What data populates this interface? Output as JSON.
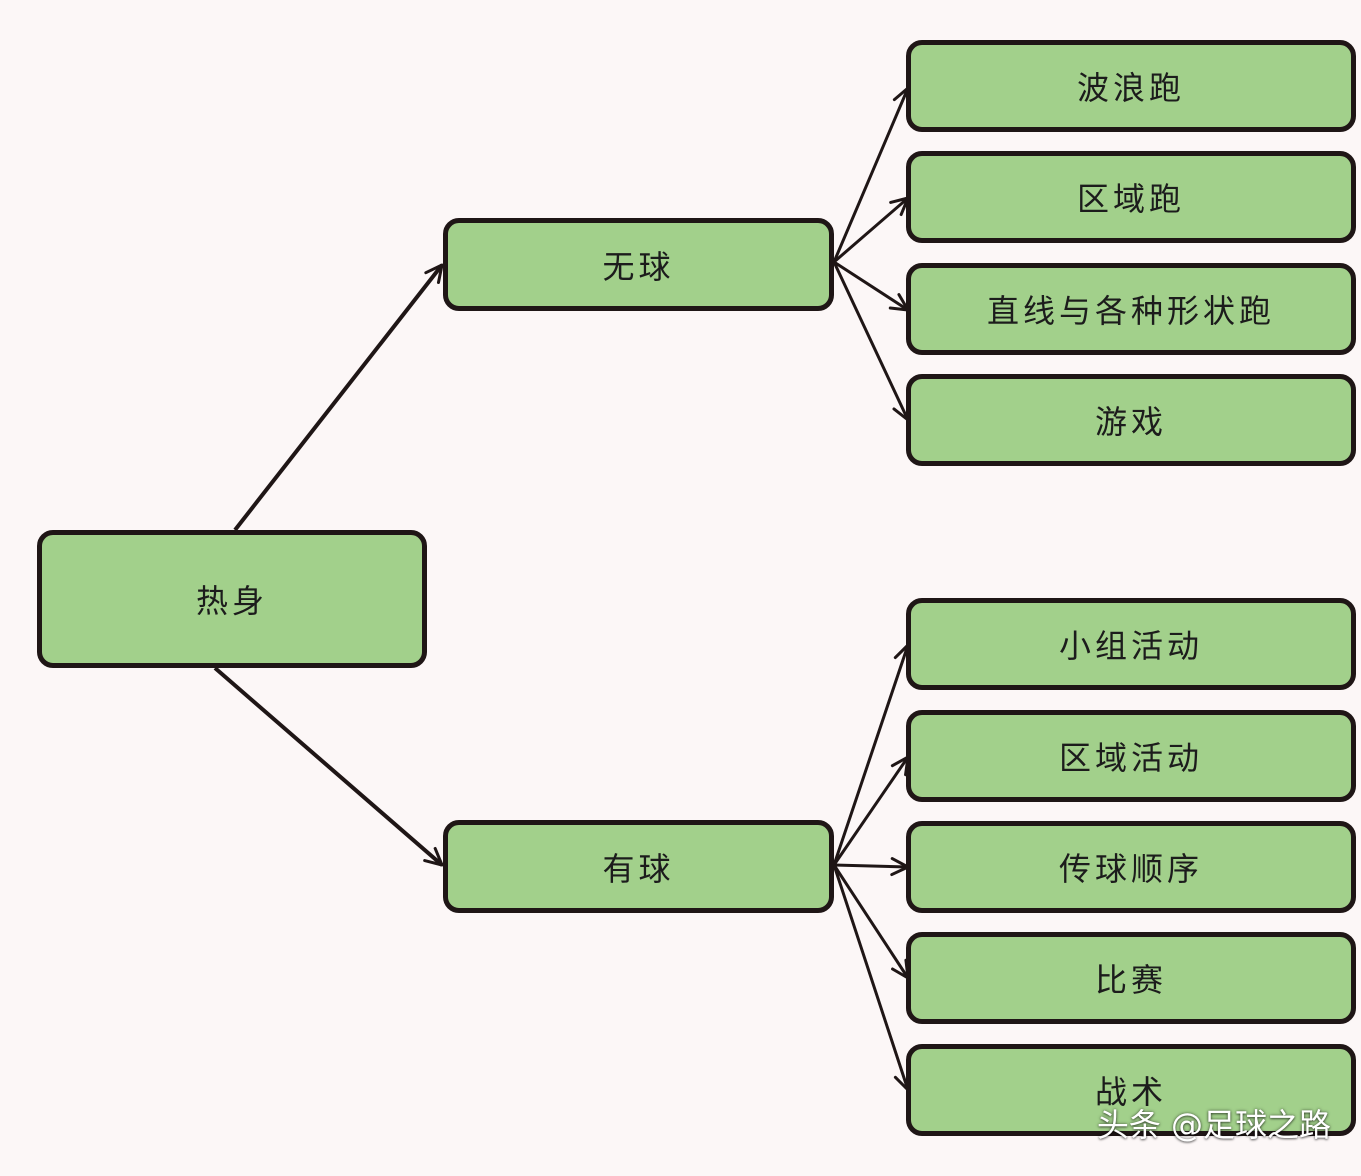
{
  "diagram": {
    "root": {
      "label": "热身"
    },
    "branches": [
      {
        "label": "无球",
        "children": [
          {
            "label": "波浪跑"
          },
          {
            "label": "区域跑"
          },
          {
            "label": "直线与各种形状跑"
          },
          {
            "label": "游戏"
          }
        ]
      },
      {
        "label": "有球",
        "children": [
          {
            "label": "小组活动"
          },
          {
            "label": "区域活动"
          },
          {
            "label": "传球顺序"
          },
          {
            "label": "比赛"
          },
          {
            "label": "战术"
          }
        ]
      }
    ]
  },
  "watermark": "头条 @足球之路",
  "colors": {
    "node_fill": "#a2d08b",
    "node_border": "#1f1616",
    "edge": "#1f1616",
    "background": "#fcf7f7"
  }
}
